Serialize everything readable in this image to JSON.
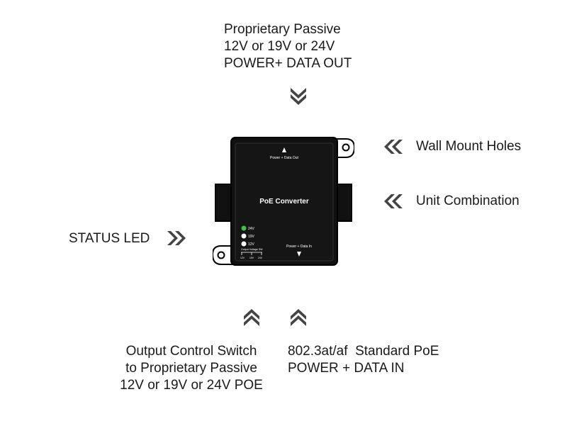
{
  "callouts": {
    "top_output": {
      "lines": [
        "Proprietary Passive",
        "12V or 19V or 24V",
        "POWER+ DATA OUT"
      ]
    },
    "wall_mount": {
      "text": "Wall Mount Holes"
    },
    "unit_combination": {
      "text": "Unit Combination"
    },
    "status_led": {
      "text": "STATUS LED"
    },
    "output_switch": {
      "lines": [
        "Output Control Switch",
        "to Proprietary Passive",
        "12V or 19V or 24V POE"
      ]
    },
    "poe_in": {
      "lines": [
        "802.3at/af  Standard PoE",
        "POWER + DATA IN"
      ]
    }
  },
  "device": {
    "title": "PoE Converter",
    "port_top_label": "Power + Data Out",
    "port_bottom_label": "Power + Data In",
    "led_labels": [
      "24V",
      "19V",
      "12V"
    ],
    "switch_label": "Output Voltage SW",
    "switch_positions": [
      "12V",
      "19V",
      "24V"
    ],
    "colors": {
      "body": "#111111",
      "outline": "#000000",
      "led_active": "#3fbf4a",
      "led_inactive": "#ffffff",
      "arrow": "#444444"
    }
  }
}
